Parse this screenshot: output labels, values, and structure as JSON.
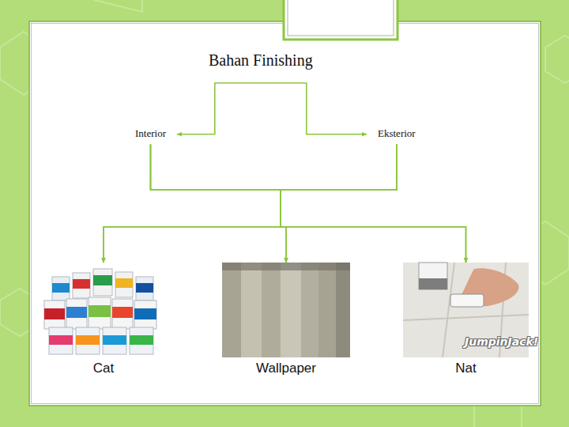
{
  "diagram": {
    "nodes": [
      {
        "text": [
          "Bahan Finishing"
        ]
      },
      {
        "text": [
          "Interior"
        ]
      },
      {
        "text": [
          "Eksterior"
        ]
      },
      {
        "text": [
          "Cat"
        ]
      },
      {
        "text": [
          "Wallpaper"
        ]
      },
      {
        "text": [
          "Nat"
        ]
      }
    ],
    "edges": [
      {
        "from": 0,
        "to": 1,
        "arrow": "to"
      },
      {
        "from": 0,
        "to": 2,
        "arrow": "to"
      },
      {
        "from": 1,
        "to": 3,
        "arrow": "to"
      },
      {
        "from": 1,
        "to": 4,
        "arrow": "to"
      },
      {
        "from": 1,
        "to": 5,
        "arrow": "to"
      },
      {
        "from": 2,
        "to": 3,
        "arrow": "to"
      },
      {
        "from": 2,
        "to": 4,
        "arrow": "to"
      },
      {
        "from": 2,
        "to": 5,
        "arrow": "to"
      }
    ],
    "labels": [
      "JumpinJack!"
    ]
  }
}
